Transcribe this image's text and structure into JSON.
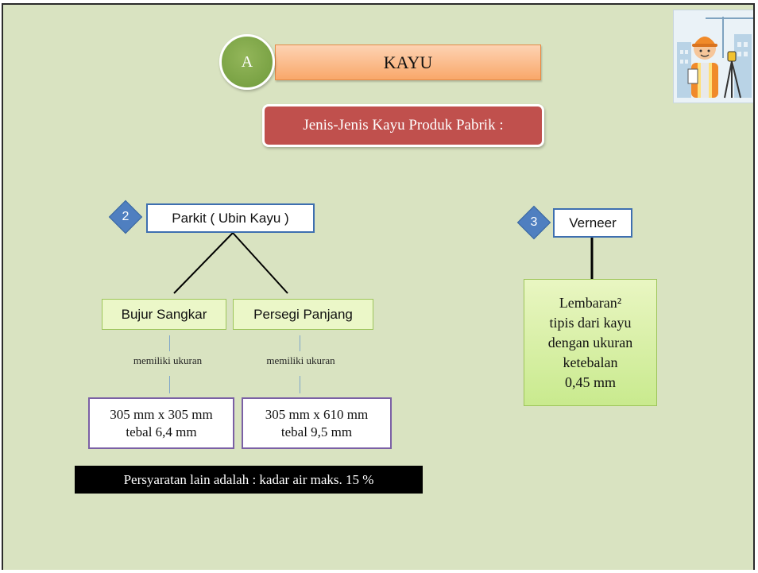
{
  "header": {
    "circle_letter": "A",
    "title": "KAYU",
    "subtitle": "Jenis-Jenis Kayu Produk Pabrik :"
  },
  "parkit": {
    "number": "2",
    "label": "Parkit ( Ubin Kayu )",
    "types": [
      {
        "name": "Bujur Sangkar",
        "connector": "memiliki ukuran",
        "size_line1": "305 mm x 305 mm",
        "size_line2": "tebal 6,4 mm"
      },
      {
        "name": "Persegi Panjang",
        "connector": "memiliki ukuran",
        "size_line1": "305 mm x 610 mm",
        "size_line2": "tebal 9,5 mm"
      }
    ],
    "note": "Persyaratan lain adalah : kadar air maks. 15 %"
  },
  "verneer": {
    "number": "3",
    "label": "Verneer",
    "description": [
      "Lembaran²",
      "tipis dari kayu",
      "dengan ukuran",
      "ketebalan",
      "0,45 mm"
    ]
  },
  "colors": {
    "background": "#d9e3c1",
    "title_orange": "#f9a86a",
    "subtitle_red": "#c0504d",
    "diamond_blue": "#4f7fc0",
    "circle_green": "#7aa142"
  },
  "icons": {
    "illustration": "surveyor-engineer-icon"
  }
}
